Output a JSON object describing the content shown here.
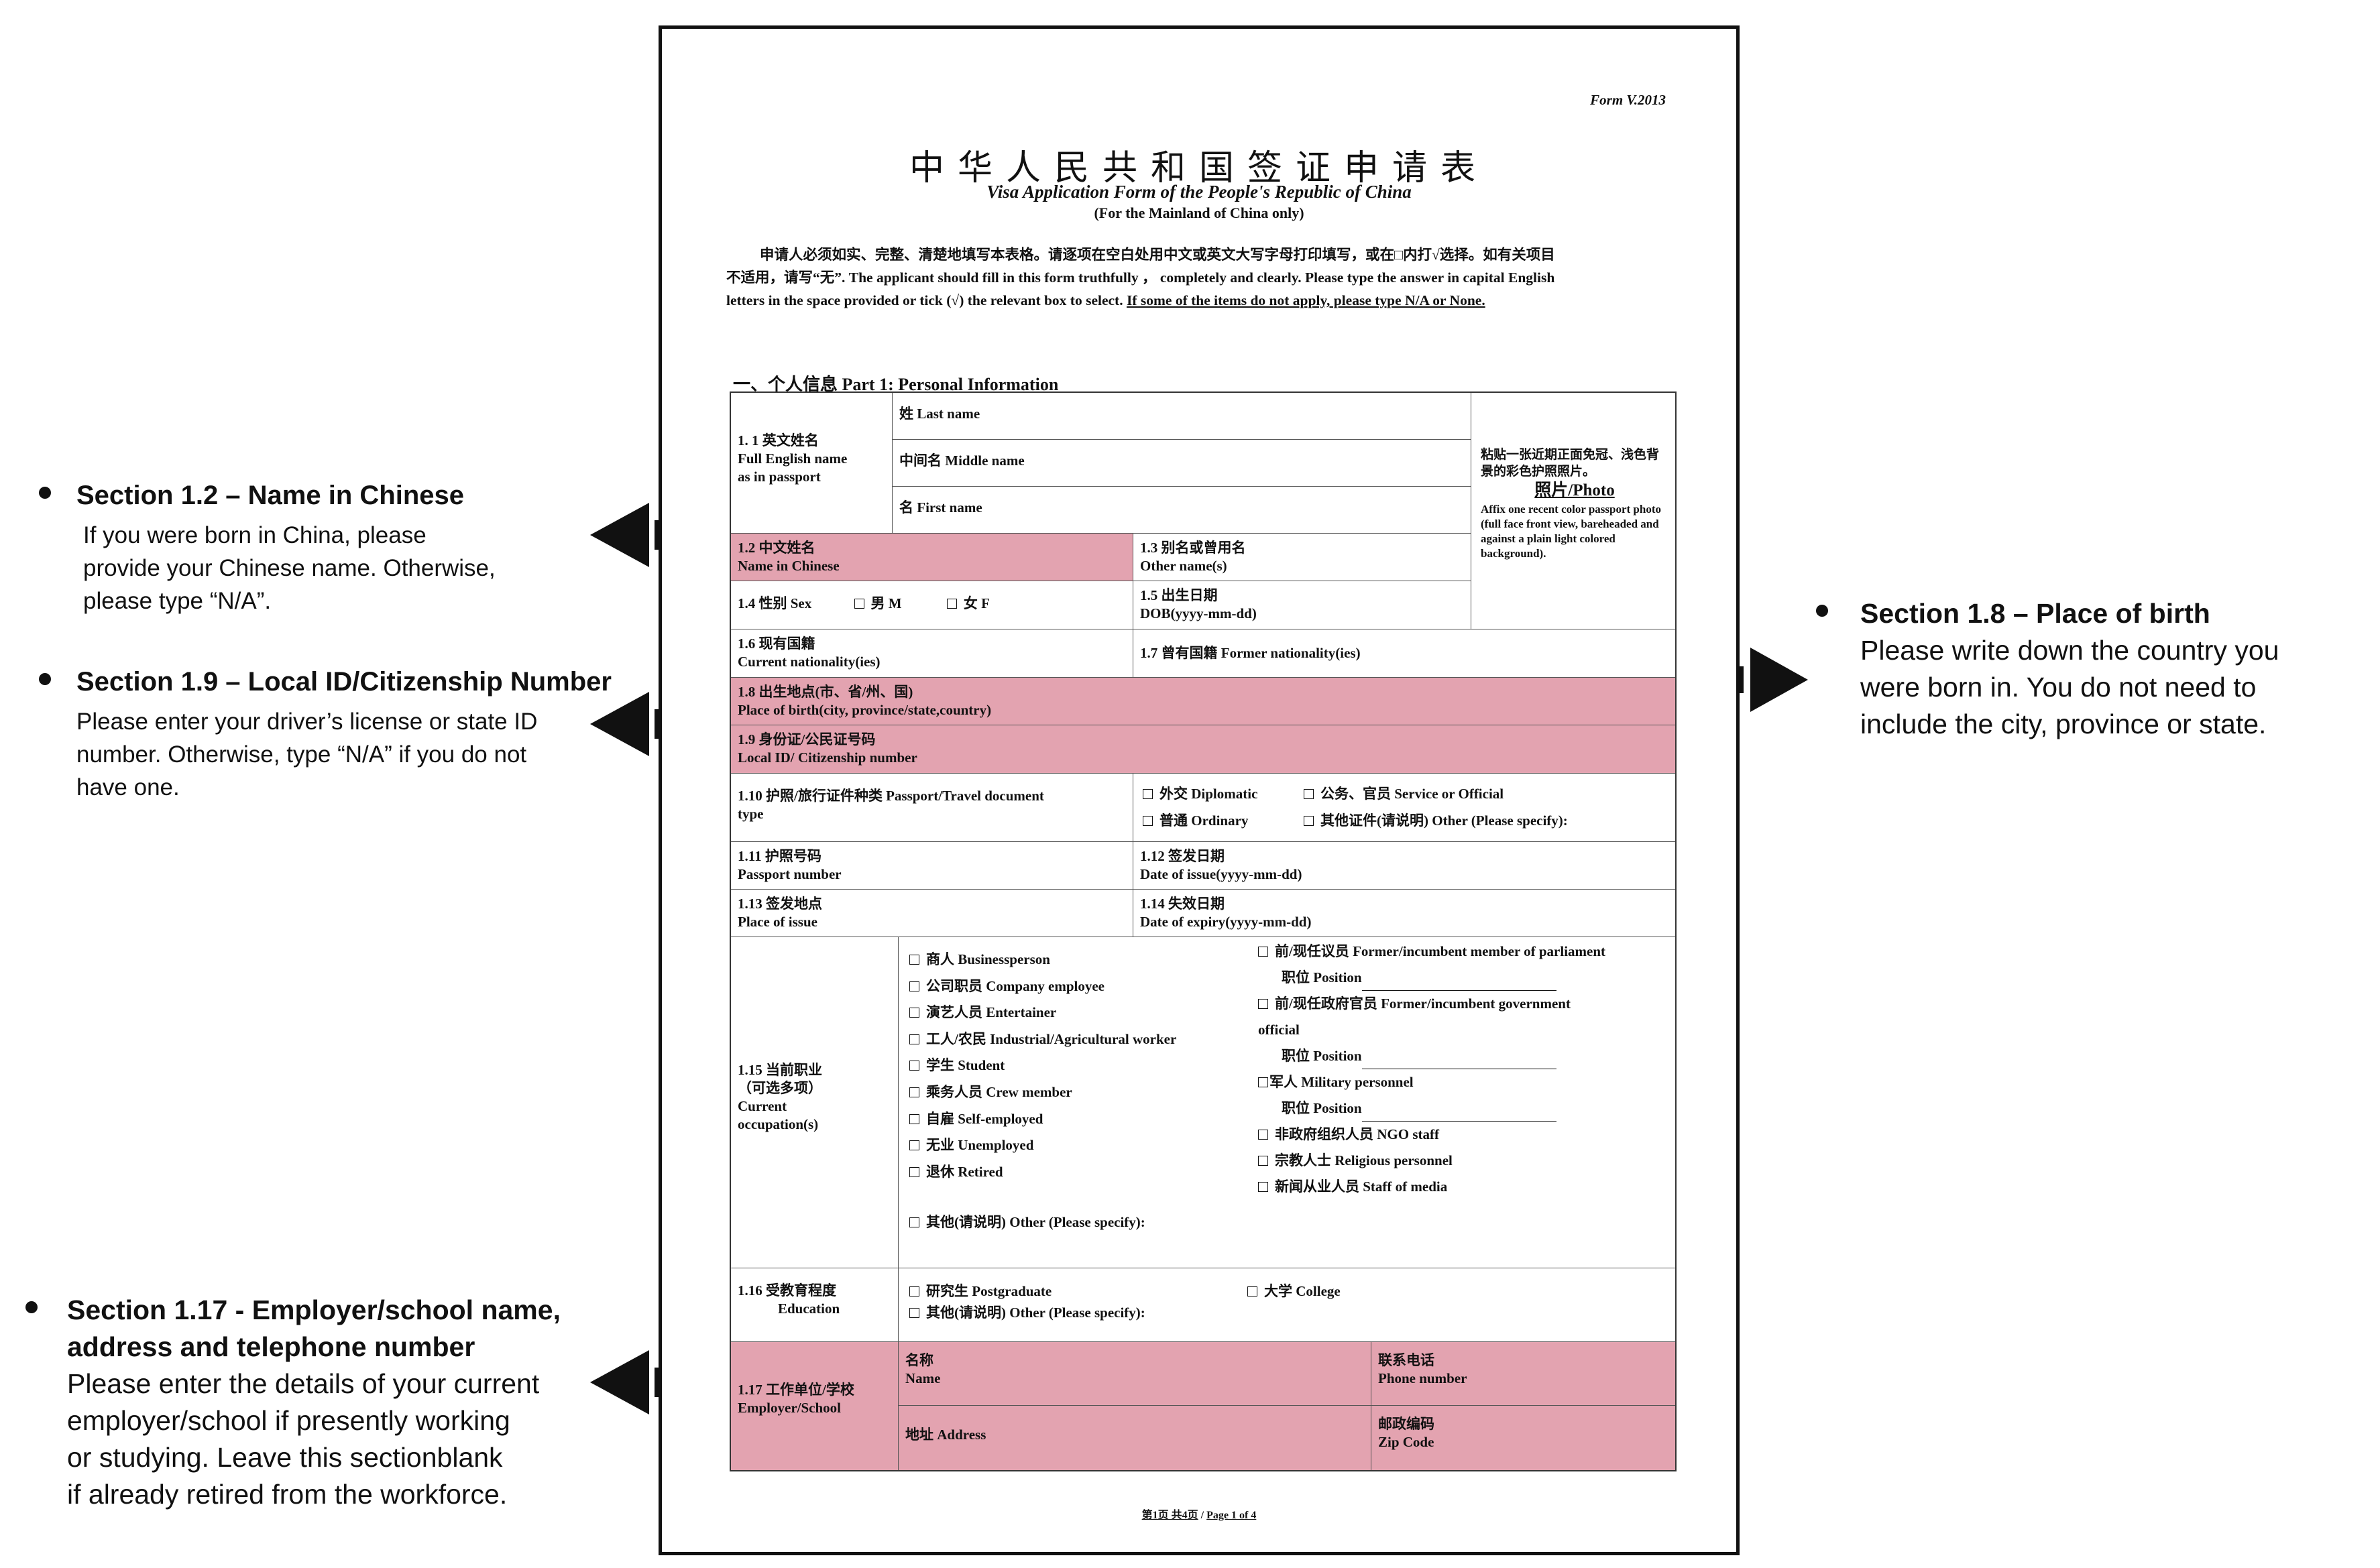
{
  "annotations": {
    "chinese_name": {
      "heading": "Section 1.2 – Name in Chinese",
      "lines": [
        "If you were born in China, please",
        "provide your Chinese name. Otherwise,",
        "please type “N/A”."
      ]
    },
    "local_id": {
      "heading": "Section 1.9 – Local ID/Citizenship Number",
      "lines": [
        "Please enter your driver’s license or state ID",
        "number. Otherwise, type “N/A” if you do not",
        "have one."
      ]
    },
    "employer": {
      "heading_lines": [
        "Section 1.17 - Employer/school name,",
        "address and telephone number"
      ],
      "lines": [
        "Please enter the details of your current",
        "employer/school if presently working",
        "or studying. Leave this sectionblank",
        "if already retired from the workforce."
      ]
    },
    "place_of_birth": {
      "heading": "Section 1.8 – Place of birth",
      "lines": [
        "Please write down the country you",
        "were born in. You do not need to",
        "include the city, province or state."
      ]
    }
  },
  "form": {
    "version": "Form V.2013",
    "title_cn": "中华人民共和国签证申请表",
    "title_en": "Visa Application Form of the People's Republic of China",
    "title_sub": "(For the Mainland of China only)",
    "instructions": {
      "line1": "申请人必须如实、完整、清楚地填写本表格。请逐项在空白处用中文或英文大写字母打印填写，或在□内打√选择。如有关项目",
      "line2": "不适用，请写“无”. The applicant should fill in this form truthfully ， completely and clearly. Please type the answer in capital English",
      "line3": "letters in the space provided or tick (√) the relevant box to select.",
      "line3_underlined": "If some of the items do not apply, please type N/A or None."
    },
    "part1": "一、个人信息  Part 1: Personal Information",
    "fields": {
      "f1_1_cn": "1. 1 英文姓名",
      "f1_1_en1": "Full English name",
      "f1_1_en2": "as in passport",
      "last": "姓 Last name",
      "middle": "中间名 Middle name",
      "first": "名 First name",
      "photo_cn": "粘贴一张近期正面免冠、浅色背景的彩色护照照片。",
      "photo_title": "照片/Photo",
      "photo_en": "Affix one recent color passport photo (full face front view, bareheaded and against a plain light colored background).",
      "f1_2_cn": "1.2 中文姓名",
      "f1_2_en": "Name in Chinese",
      "f1_3_cn": "1.3 别名或曾用名",
      "f1_3_en": "Other name(s)",
      "f1_4": "1.4 性别 Sex",
      "male": "男  M",
      "female": "女  F",
      "f1_5_cn": "1.5 出生日期",
      "f1_5_en": "DOB(yyyy-mm-dd)",
      "f1_6_cn": "1.6 现有国籍",
      "f1_6_en": "Current nationality(ies)",
      "f1_7": "1.7 曾有国籍 Former nationality(ies)",
      "f1_8_cn": "1.8 出生地点(市、省/州、国)",
      "f1_8_en": "Place of birth(city, province/state,country)",
      "f1_9_cn": "1.9 身份证/公民证号码",
      "f1_9_en": "Local ID/ Citizenship number",
      "f1_10_a": "1.10 护照/旅行证件种类 Passport/Travel document",
      "f1_10_b": "type",
      "diplomatic": "外交 Diplomatic",
      "service": "公务、官员 Service or Official",
      "ordinary": "普通 Ordinary",
      "other_doc": "其他证件(请说明) Other (Please specify):",
      "f1_11_cn": "1.11 护照号码",
      "f1_11_en": "Passport number",
      "f1_12_cn": "1.12 签发日期",
      "f1_12_en": "Date of issue(yyyy-mm-dd)",
      "f1_13_cn": "1.13 签发地点",
      "f1_13_en": "Place of issue",
      "f1_14_cn": "1.14 失效日期",
      "f1_14_en": "Date of expiry(yyyy-mm-dd)",
      "f1_15_a": "1.15 当前职业",
      "f1_15_b": "（可选多项）",
      "f1_15_c": "Current",
      "f1_15_d": "occupation(s)",
      "occ_left": [
        "商人 Businessperson",
        "公司职员 Company employee",
        "演艺人员 Entertainer",
        "工人/农民 Industrial/Agricultural worker",
        "学生 Student",
        "乘务人员 Crew member",
        "自雇 Self-employed",
        "无业 Unemployed",
        "退休 Retired"
      ],
      "occ_r1": "前/现任议员 Former/incumbent member of parliament",
      "occ_position": "职位 Position",
      "occ_r2a": "前/现任政府官员 Former/incumbent government",
      "occ_r2b": "official",
      "occ_r3": "军人 Military personnel",
      "occ_r4": "非政府组织人员 NGO staff",
      "occ_r5": "宗教人士 Religious personnel",
      "occ_r6": "新闻从业人员 Staff of media",
      "occ_other": "其他(请说明) Other (Please specify):",
      "f1_16_cn": "1.16 受教育程度",
      "f1_16_en": "Education",
      "postgrad": "研究生  Postgraduate",
      "college": "大学  College",
      "edu_other": "其他(请说明) Other (Please specify):",
      "f1_17_cn": "1.17 工作单位/学校",
      "f1_17_en": "Employer/School",
      "name_cn": "名称",
      "name_en": "Name",
      "phone_cn": "联系电话",
      "phone_en": "Phone number",
      "address": "地址 Address",
      "zip_cn": "邮政编码",
      "zip_en": "Zip Code"
    },
    "footer_cn": "第1页 共4页",
    "footer_en": "Page 1 of 4"
  },
  "colors": {
    "highlight": "#e3a3b0",
    "ink": "#111111"
  }
}
